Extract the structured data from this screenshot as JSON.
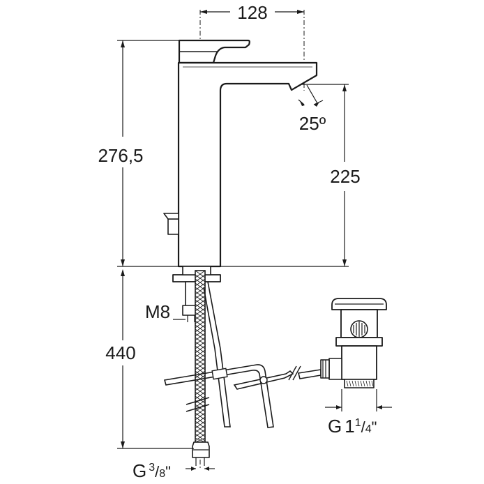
{
  "dimensions": {
    "width_128": "128",
    "height_276_5": "276,5",
    "height_225": "225",
    "angle_25": "25º",
    "thread_m8": "M8",
    "length_440": "440",
    "thread_g38": {
      "g": "G",
      "num": "3",
      "den": "8",
      "quote": "\""
    },
    "thread_g114": {
      "g": "G",
      "whole": "1",
      "num": "1",
      "den": "4",
      "quote": "\""
    }
  },
  "colors": {
    "line": "#1a1a1a",
    "background": "#ffffff"
  }
}
